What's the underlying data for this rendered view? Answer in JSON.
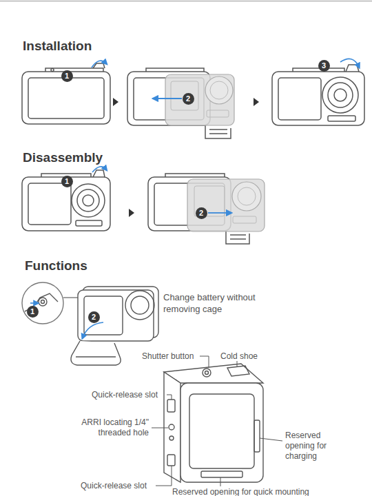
{
  "diagram": {
    "labels": [
      "Installation",
      "1",
      "2",
      "3",
      "Disassembly",
      "1",
      "2",
      "Functions",
      "1",
      "2",
      "Change battery without removing cage",
      "Shutter button",
      "Cold shoe",
      "Quick-release slot",
      "ARRI locating 1/4\" threaded hole",
      "Reserved opening for charging",
      "Quick-release slot",
      "Reserved opening for quick mounting"
    ]
  }
}
